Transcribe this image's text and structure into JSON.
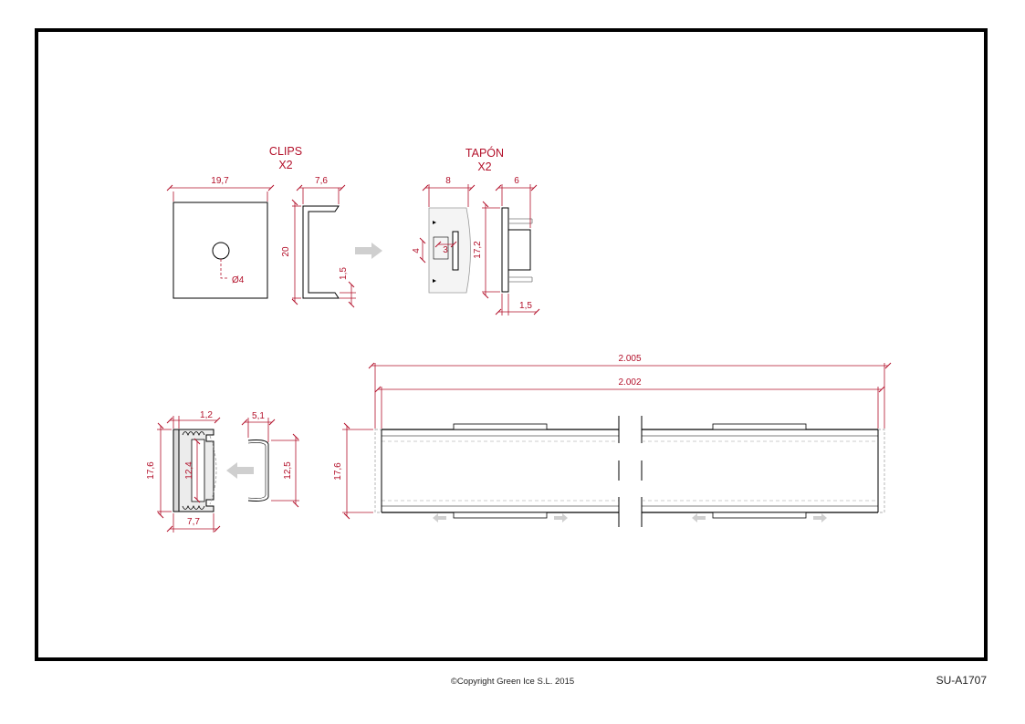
{
  "sections": {
    "clips": {
      "title": "CLIPS",
      "qty": "X2"
    },
    "tapon": {
      "title": "TAPÓN",
      "qty": "X2"
    }
  },
  "dimensions": {
    "clip_width": "19,7",
    "clip_hole": "Ø4",
    "clip_depth": "7,6",
    "clip_height": "20",
    "clip_lip": "1,5",
    "cap_depth": "8",
    "cap_slot_w": "4",
    "cap_slot_d": "3",
    "cap_height": "17,2",
    "cap_pin": "6",
    "cap_plate": "1,5",
    "prof_height": "17,6",
    "prof_inner": "12,4",
    "prof_wall": "1,2",
    "prof_width": "7,7",
    "diff_depth": "5,1",
    "diff_height": "12,5",
    "side_height": "17,6",
    "len_total": "2.005",
    "len_profile": "2.002"
  },
  "footer": {
    "copyright": "©Copyright Green Ice S.L. 2015",
    "code": "SU-A1707"
  },
  "colors": {
    "dimension": "#b3102a",
    "line": "#000000",
    "hint": "#cccccc"
  }
}
